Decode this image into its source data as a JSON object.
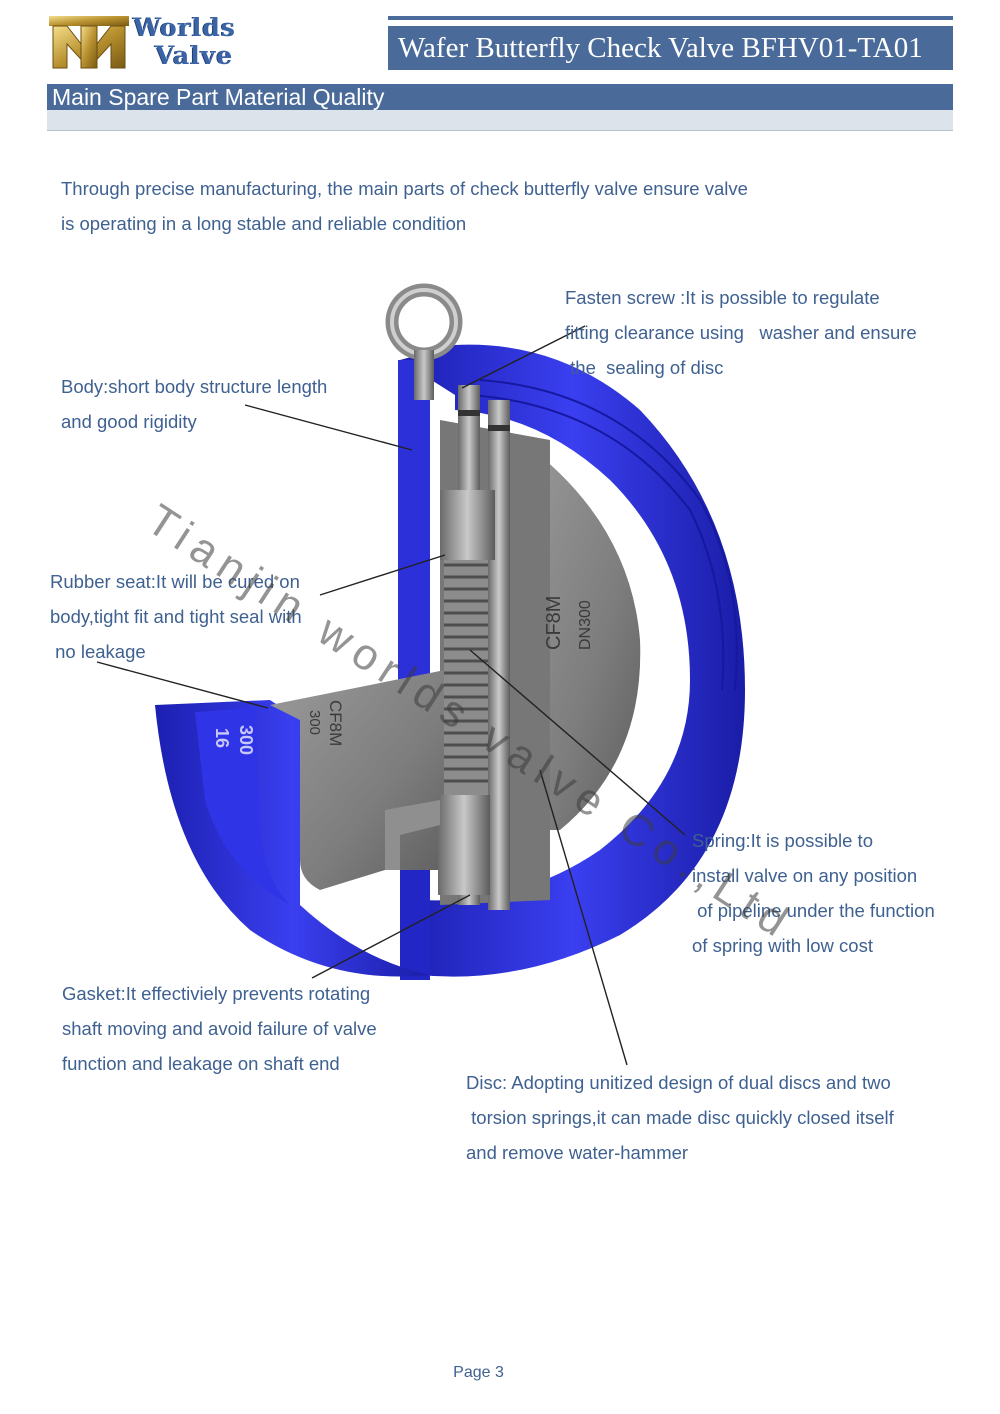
{
  "header": {
    "logo_text_line1": "Worlds",
    "logo_text_line2": "Valve",
    "title": "Wafer Butterfly Check Valve BFHV01-TA01",
    "section": "Main Spare Part Material Quality"
  },
  "intro": {
    "line1": "Through precise manufacturing, the main parts of check butterfly valve ensure valve",
    "line2": "is operating in a long stable and reliable condition"
  },
  "callouts": {
    "fasten": [
      "Fasten screw :It is possible to regulate",
      "fitting clearance using   washer and ensure",
      " the  sealing of disc"
    ],
    "body": [
      "Body:short body structure length",
      "and good rigidity"
    ],
    "rubber": [
      "Rubber seat:It will be cured on",
      "body,tight fit and tight seal with",
      " no leakage"
    ],
    "spring": [
      "Spring:It is possible to",
      "install valve on any position",
      " of pipeline under the function",
      "of spring with low cost"
    ],
    "gasket": [
      "Gasket:It effectiviely prevents rotating",
      "shaft moving and avoid failure of valve",
      "function and leakage on shaft end"
    ],
    "disc": [
      "Disc: Adopting unitized design of dual discs and two",
      " torsion springs,it can made disc quickly closed itself",
      "and remove water-hammer"
    ]
  },
  "casting_marks": {
    "disc_right_1": "CF8M",
    "disc_right_2": "DN300",
    "disc_left_1": "CF8M",
    "disc_left_2": "300",
    "body_mark_1": "16",
    "body_mark_2": "300"
  },
  "watermark": "Tianjin worlds valve Co.,Ltd",
  "footer": {
    "page": "Page 3"
  },
  "colors": {
    "brand_blue": "#4a6b9a",
    "valve_blue": "#2a2fd0",
    "text": "#3f6191",
    "gold": "#b8912f"
  }
}
